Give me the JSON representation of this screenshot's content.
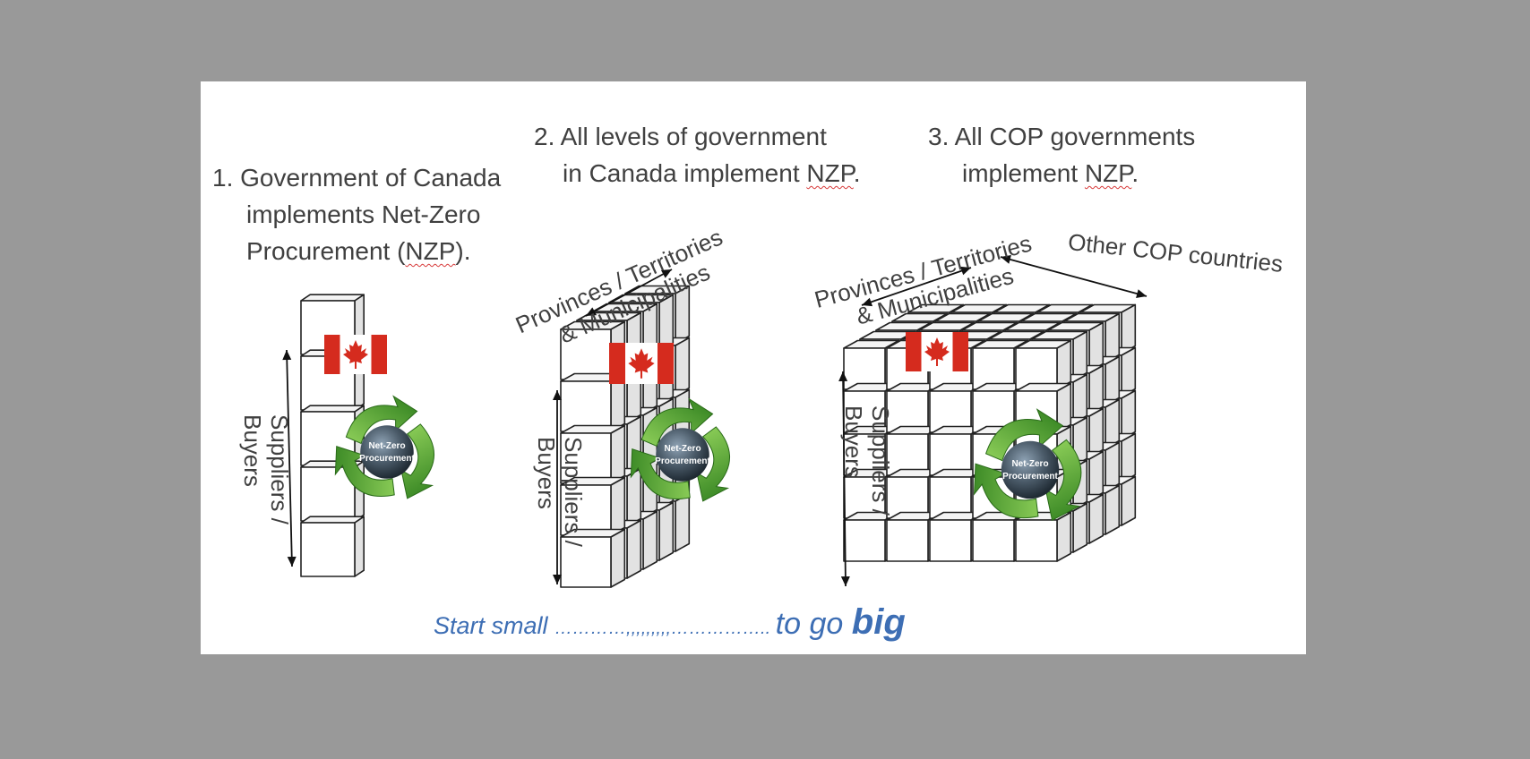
{
  "steps": [
    {
      "number": "1.",
      "lines": [
        "Government of Canada",
        "implements Net-Zero",
        "Procurement (",
        "NZP",
        ")."
      ]
    },
    {
      "number": "2.",
      "lines": [
        "All levels of government",
        "in Canada implement ",
        "NZP",
        "."
      ]
    },
    {
      "number": "3.",
      "lines": [
        "All COP governments",
        "implement ",
        "NZP",
        "."
      ]
    }
  ],
  "axis_labels": {
    "suppliers_buyers": [
      "Suppliers /",
      "Buyers"
    ],
    "provinces": [
      "Provinces / Territories",
      "& Municipalities"
    ],
    "cop_countries": "Other COP countries"
  },
  "logo": {
    "line1": "Net-Zero",
    "line2": "Procurement"
  },
  "tagline": {
    "start": "Start small ",
    "dots": "…………,,,,,,,,,…………….. ",
    "to_go": "to go ",
    "big": "big"
  },
  "colors": {
    "flag_red": "#d52b1e",
    "logo_green": "#3f9a2c",
    "tagline_blue": "#3d6eb4"
  }
}
